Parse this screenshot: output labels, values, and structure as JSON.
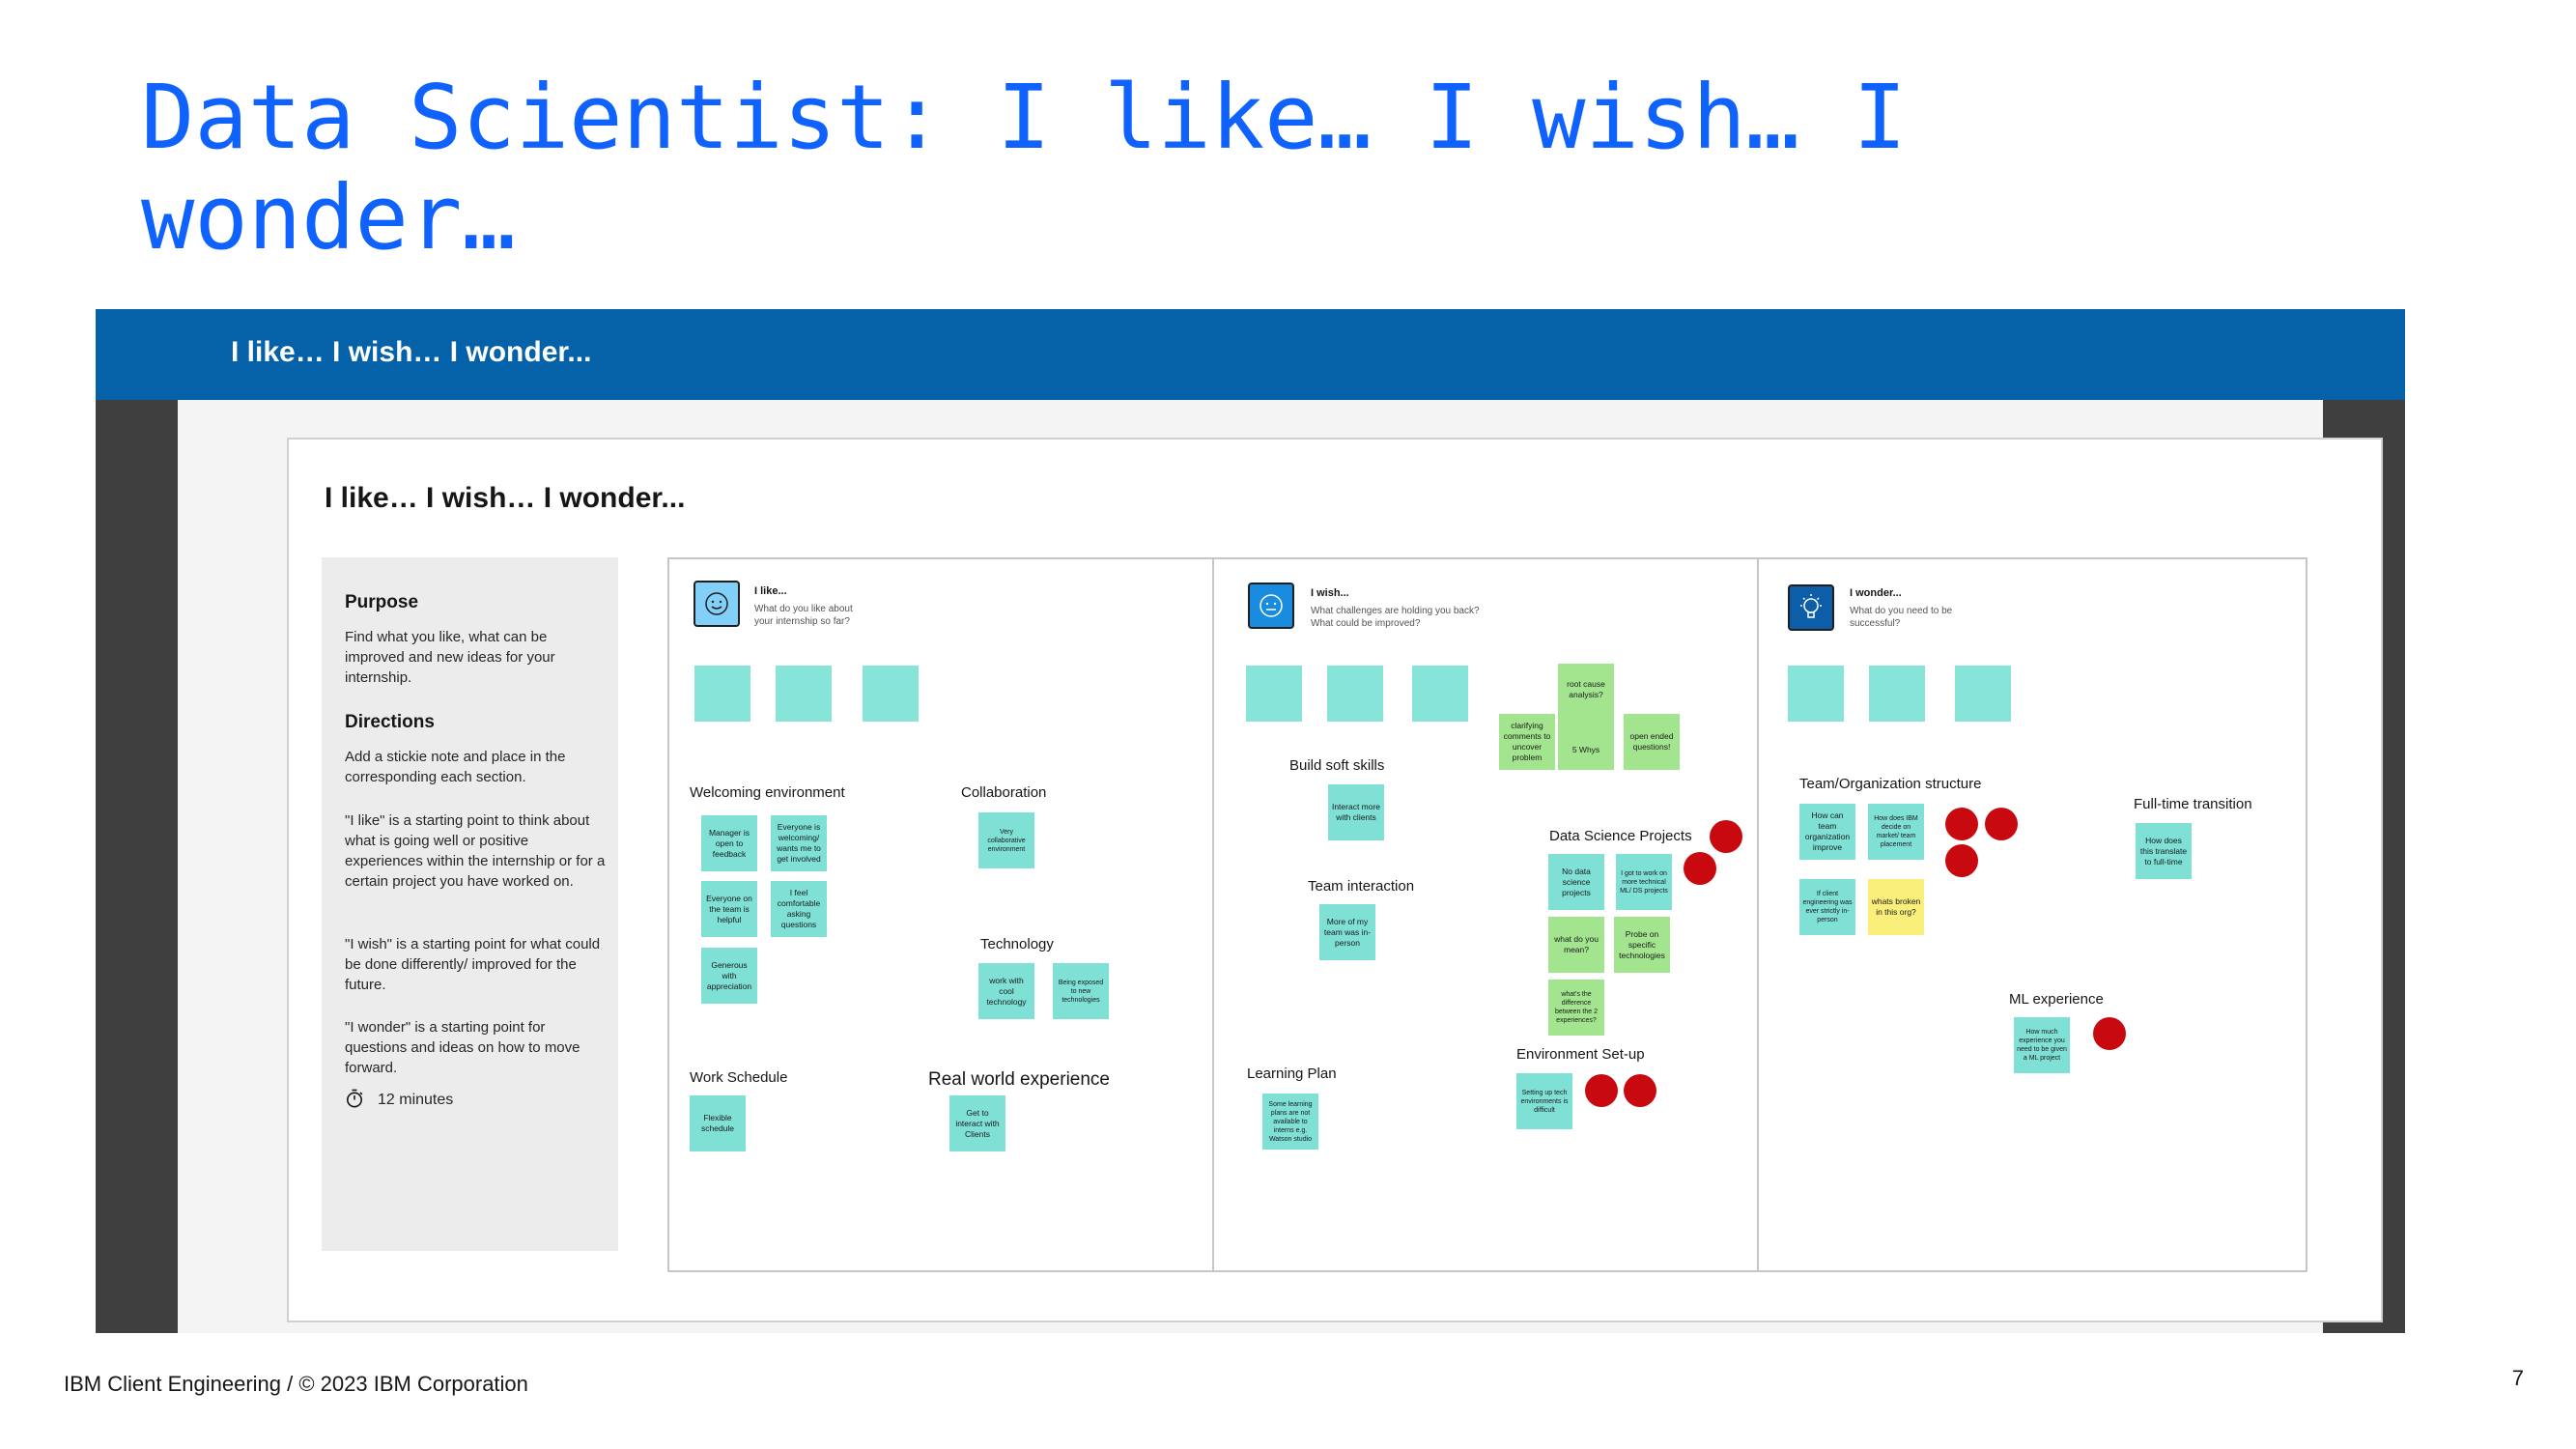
{
  "slide": {
    "title": "Data Scientist: I like… I wish… I wonder…",
    "footer": "IBM Client Engineering / © 2023 IBM Corporation",
    "page_number": "7"
  },
  "banner": {
    "title": "I like… I wish… I wonder..."
  },
  "board": {
    "title": "I like… I wish… I wonder..."
  },
  "sidebar": {
    "purpose_heading": "Purpose",
    "purpose_text": "Find what you like, what can be improved and new ideas for your internship.",
    "directions_heading": "Directions",
    "directions_1": "Add a stickie note and place in the corresponding each section.",
    "directions_2": "\"I like\" is a starting point to think about what is going well or positive experiences within the internship or for a certain project you have worked on.",
    "directions_3": "\"I wish\" is a starting point for what could be done differently/ improved for the future.",
    "directions_4": "\"I wonder\" is a starting point for questions and ideas on how to move forward.",
    "timer": "12 minutes"
  },
  "like": {
    "title": "I like...",
    "subtitle": "What do you like about your internship so far?",
    "categories": {
      "welcoming": "Welcoming environment",
      "collaboration": "Collaboration",
      "technology": "Technology",
      "work_schedule": "Work Schedule",
      "real_world": "Real world experience"
    },
    "notes": {
      "manager": "Manager is open to feedback",
      "everyone_welcoming": "Everyone is welcoming/ wants me to get involved",
      "everyone_helpful": "Everyone on the team is helpful",
      "comfortable": "I feel comfortable asking questions",
      "generous": "Generous with appreciation",
      "collab_env": "Very collaborative environment",
      "cool_tech": "work with cool technology",
      "new_tech": "Being exposed to new technologies",
      "flexible": "Flexible schedule",
      "clients": "Get to interact with Clients"
    }
  },
  "wish": {
    "title": "I wish...",
    "subtitle": "What challenges are holding you back? What could be improved?",
    "categories": {
      "soft_skills": "Build soft skills",
      "team_interaction": "Team interaction",
      "learning_plan": "Learning Plan",
      "ds_projects": "Data Science Projects",
      "env_setup": "Environment Set-up"
    },
    "notes": {
      "root_cause": "root cause analysis?",
      "five_whys": "5 Whys",
      "clarifying": "clarifying comments to uncover problem",
      "open_ended": "open ended questions!",
      "interact_clients": "Interact more with clients",
      "in_person": "More of my team was in-person",
      "learning_plans": "Some learning plans are not available to interns e.g. Watson studio",
      "no_ds": "No data science projects",
      "more_technical": "I got to work on more technical ML/ DS projects",
      "what_mean": "what do you mean?",
      "probe": "Probe on specific technologies",
      "difference": "what's the difference between the 2 experiences?",
      "setup_env": "Setting up tech environments is difficult"
    }
  },
  "wonder": {
    "title": "I wonder...",
    "subtitle": "What do you need to be successful?",
    "categories": {
      "team_org": "Team/Organization structure",
      "fulltime": "Full-time transition",
      "ml_experience": "ML experience"
    },
    "notes": {
      "improve": "How can team organization improve",
      "ibm_decide": "How does IBM decide on market/ team placement",
      "client_eng": "If client engineering was ever strictly in-person",
      "broken": "whats broken in this org?",
      "translate": "How does this translate to full-time",
      "how_much": "How much experience you need to be given a ML project"
    }
  },
  "colors": {
    "title_blue": "#0f62fe",
    "banner_blue": "#0562a9",
    "sticky_teal": "#7fe0d6",
    "sticky_green": "#a3e58f",
    "sticky_yellow": "#fbef7c",
    "vote_red": "#c8090f"
  }
}
